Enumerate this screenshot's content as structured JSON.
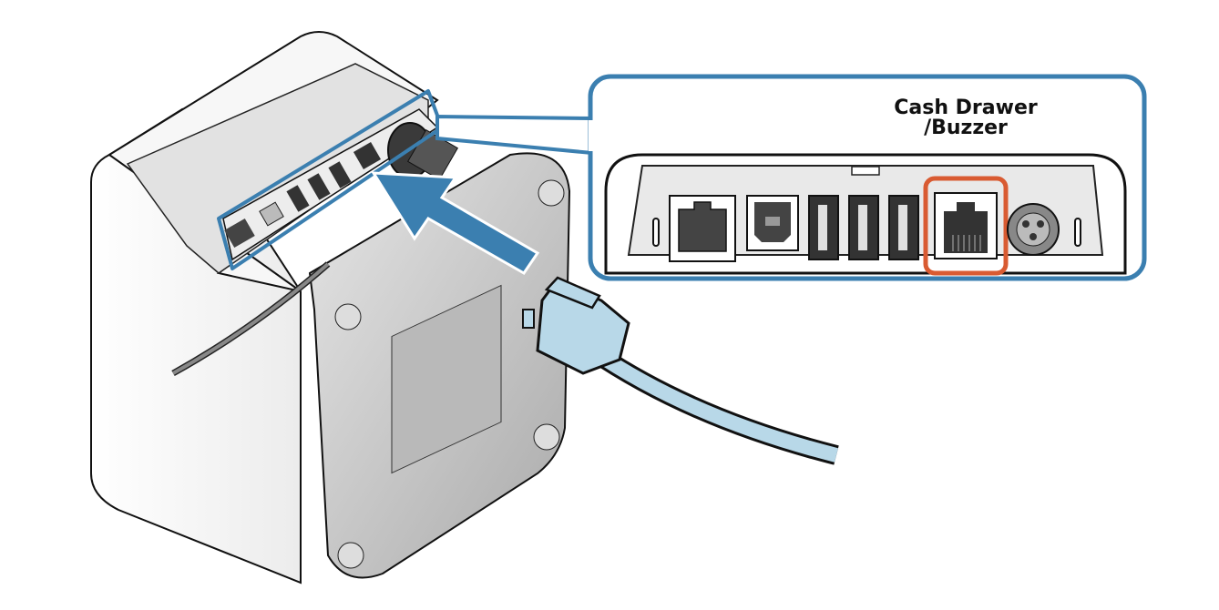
{
  "diagram": {
    "subject": "Printer rear panel with interface ports",
    "callout": {
      "label_line1": "Cash Drawer",
      "label_line2": "/Buzzer",
      "highlighted_port": "Cash Drawer/Buzzer port (RJ12 modular jack)",
      "ports_shown": [
        "LAN",
        "USB-B",
        "USB-A",
        "USB-A",
        "USB-A",
        "Cash Drawer/Buzzer",
        "DC power"
      ]
    },
    "connector": "Modular plug (RJ12) with cable",
    "colors": {
      "callout_border": "#3b7fb0",
      "highlight_border": "#d95b32",
      "arrow": "#3b7fb0",
      "cable": "#b8d8e8",
      "printer_body": "#f4f4f4",
      "printer_bottom": "#c8c8c8"
    }
  }
}
